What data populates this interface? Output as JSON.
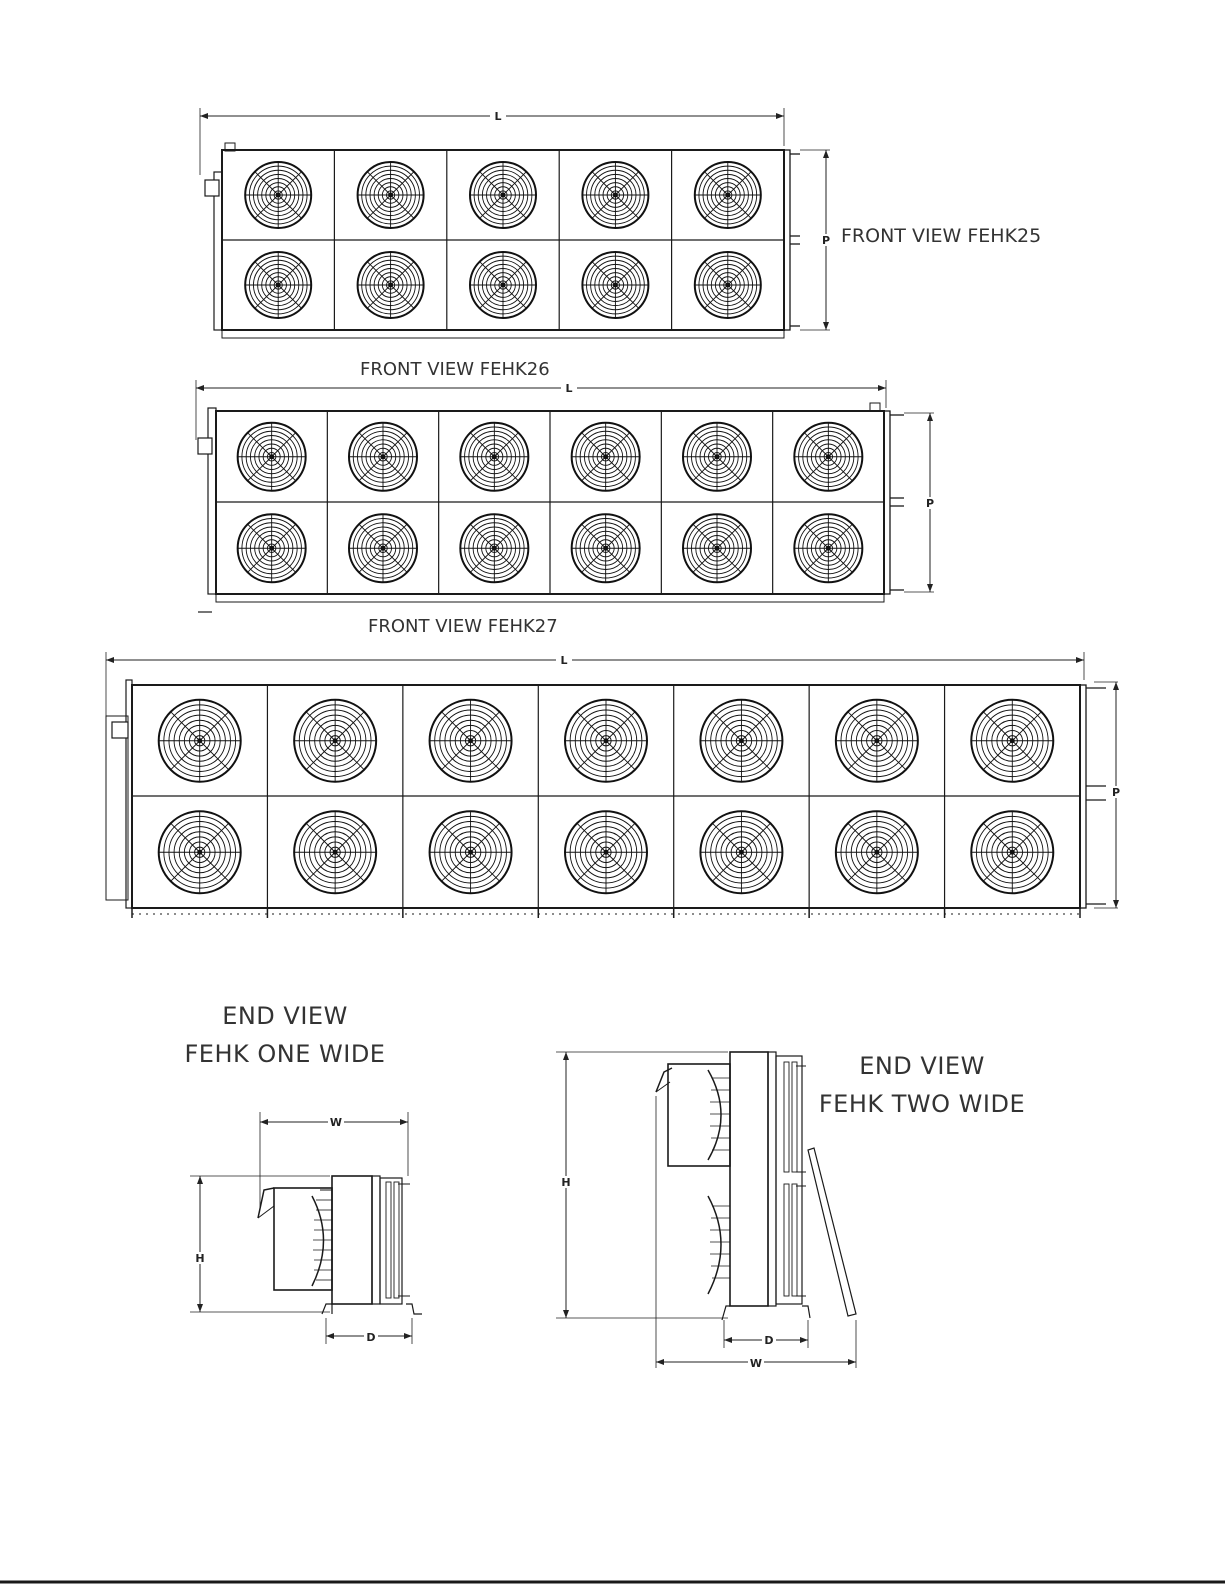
{
  "views": [
    {
      "key": "fehk25",
      "title": "FRONT VIEW FEHK25",
      "dim_l": "L",
      "dim_p": "P",
      "fans_per_row": 5
    },
    {
      "key": "fehk26",
      "title": "FRONT VIEW FEHK26",
      "dim_l": "L",
      "dim_p": "P",
      "fans_per_row": 6
    },
    {
      "key": "fehk27",
      "title": "FRONT VIEW FEHK27",
      "dim_l": "L",
      "dim_p": "P",
      "fans_per_row": 7
    }
  ],
  "end_one_wide": {
    "title_line1": "END VIEW",
    "title_line2": "FEHK ONE WIDE",
    "dim_w": "W",
    "dim_h": "H",
    "dim_d": "D"
  },
  "end_two_wide": {
    "title_line1": "END VIEW",
    "title_line2": "FEHK TWO WIDE",
    "dim_w": "W",
    "dim_h": "H",
    "dim_d": "D"
  },
  "colors": {
    "line": "#1a1a1a",
    "fan": "#111111",
    "text": "#333333"
  }
}
